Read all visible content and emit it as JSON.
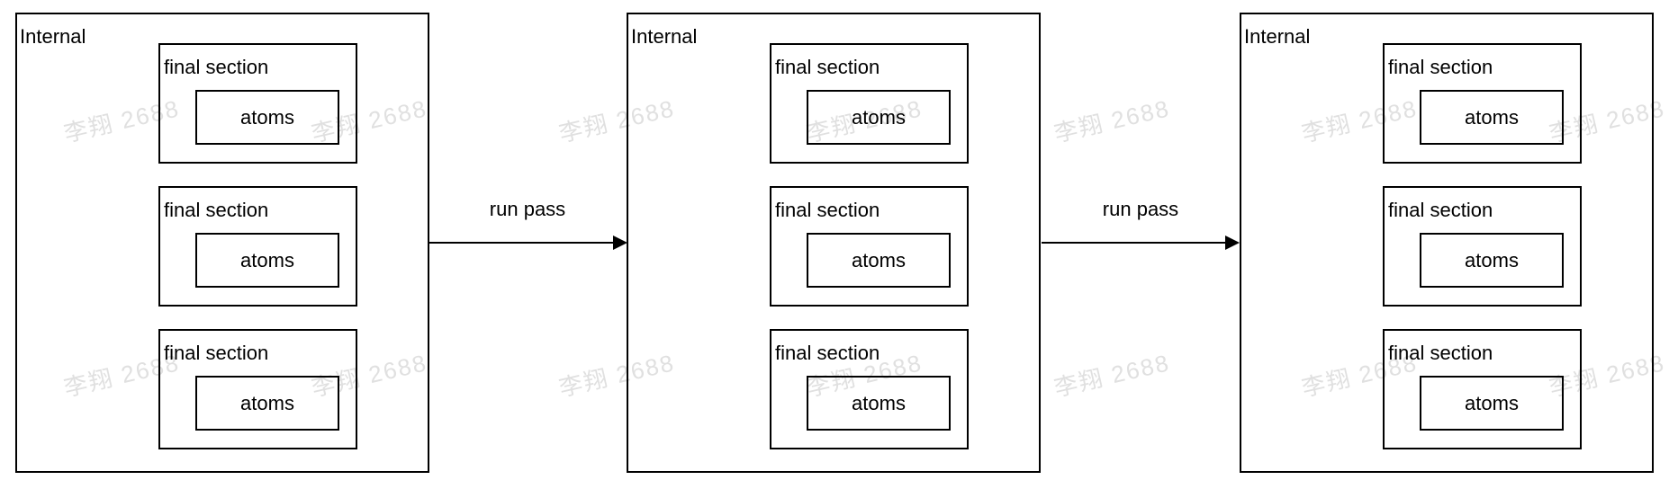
{
  "watermark": {
    "text": "李翔 2688"
  },
  "colors": {
    "stroke": "#000000",
    "text": "#000000",
    "background": "#ffffff",
    "watermark": "#e0e0e0"
  },
  "diagram": {
    "containers": [
      {
        "label": "Internal",
        "sections": [
          {
            "label": "final section",
            "atom": "atoms"
          },
          {
            "label": "final section",
            "atom": "atoms"
          },
          {
            "label": "final section",
            "atom": "atoms"
          }
        ]
      },
      {
        "label": "Internal",
        "sections": [
          {
            "label": "final section",
            "atom": "atoms"
          },
          {
            "label": "final section",
            "atom": "atoms"
          },
          {
            "label": "final section",
            "atom": "atoms"
          }
        ]
      },
      {
        "label": "Internal",
        "sections": [
          {
            "label": "final section",
            "atom": "atoms"
          },
          {
            "label": "final section",
            "atom": "atoms"
          },
          {
            "label": "final section",
            "atom": "atoms"
          }
        ]
      }
    ],
    "arrows": [
      {
        "label": "run pass"
      },
      {
        "label": "run pass"
      }
    ]
  }
}
